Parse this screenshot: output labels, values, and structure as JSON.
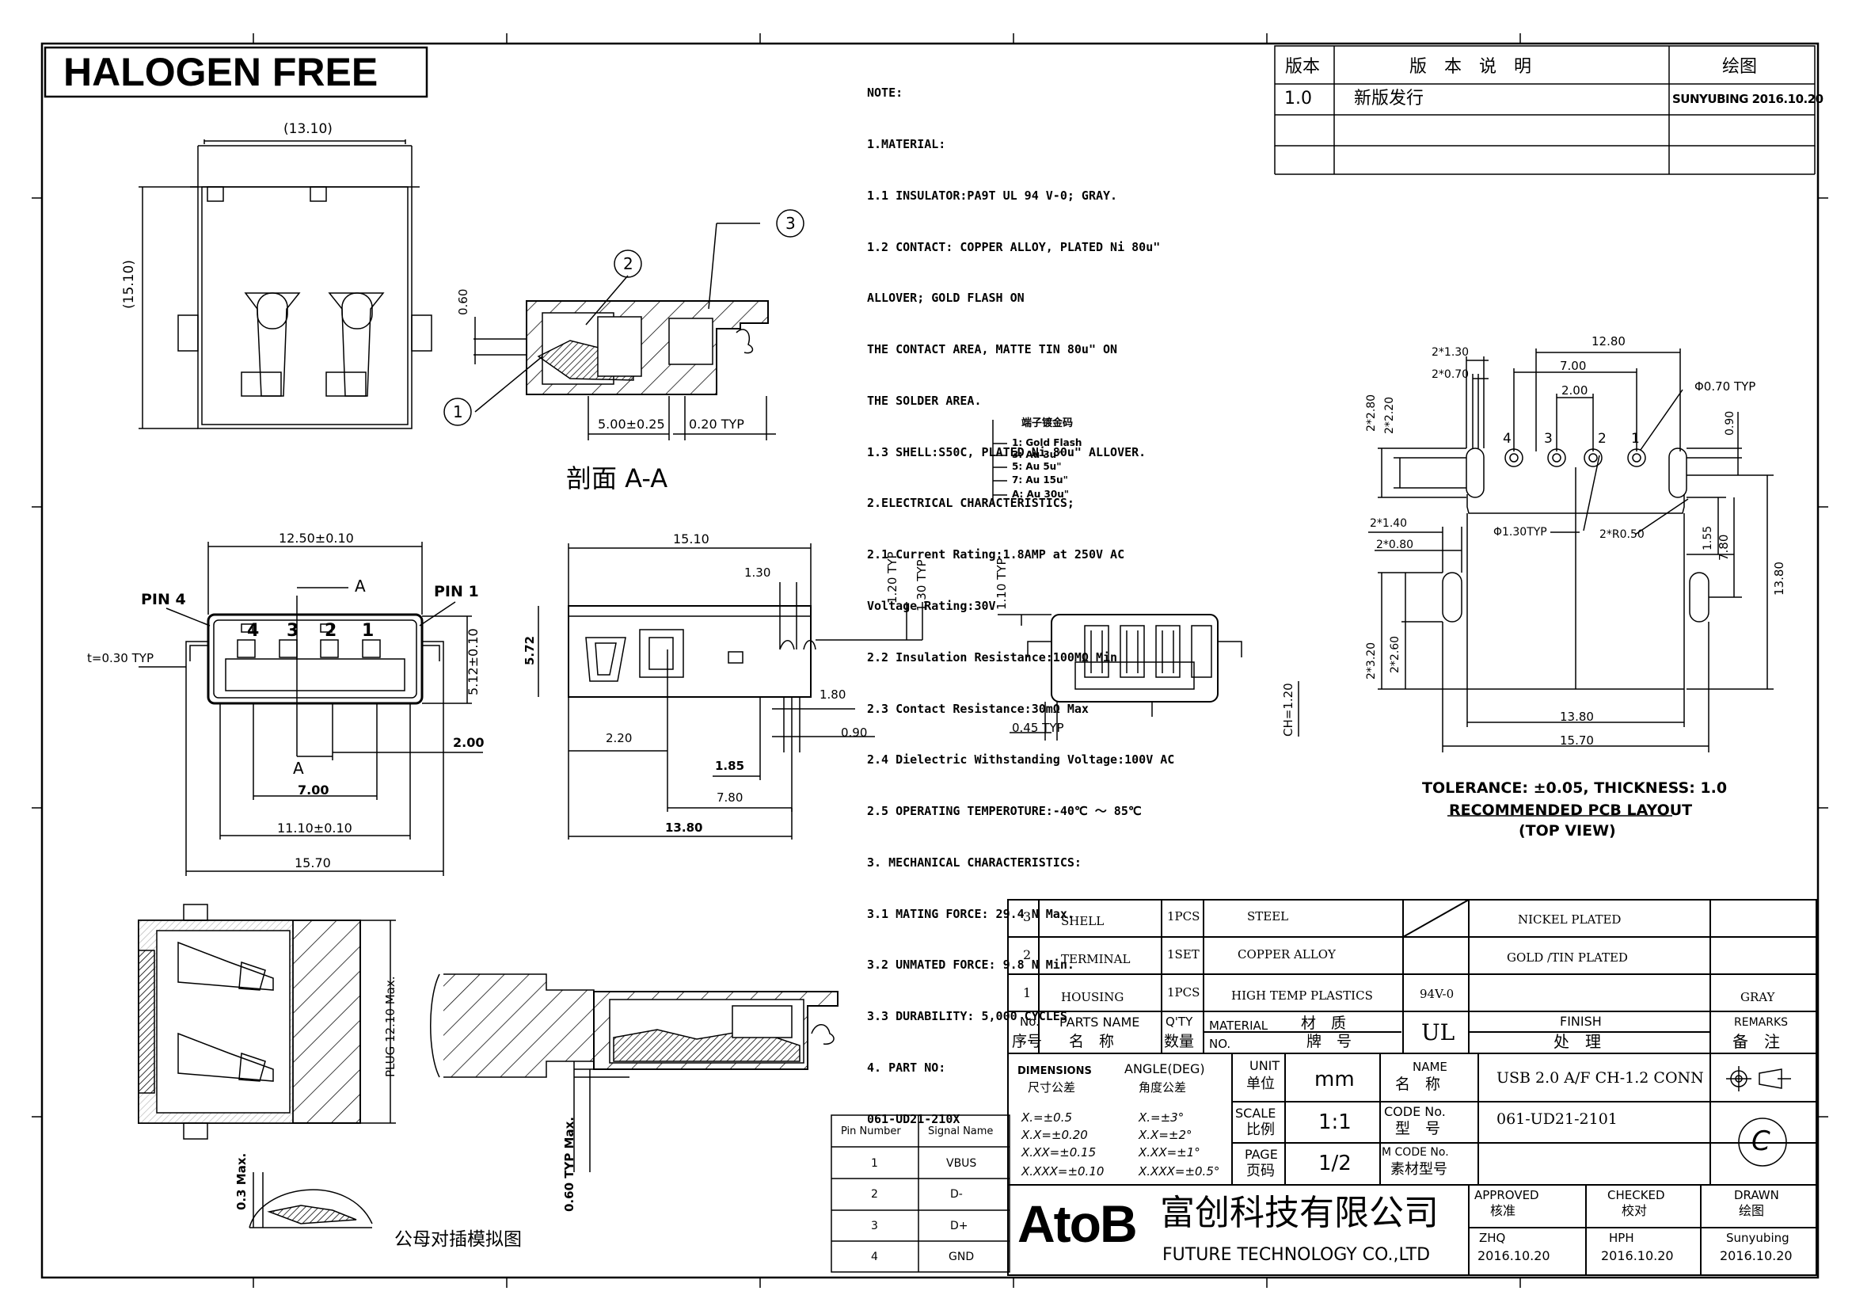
{
  "header": {
    "badge": "HALOGEN FREE"
  },
  "revision": {
    "headers": [
      "版本",
      "版　本　说　明",
      "绘图"
    ],
    "rows": [
      {
        "ver": "1.0",
        "desc": "新版发行",
        "drawn": "SUNYUBING 2016.10.20"
      }
    ]
  },
  "notes": [
    "NOTE:",
    "1.MATERIAL:",
    "  1.1  INSULATOR:PA9T UL 94 V-0; GRAY.",
    "  1.2  CONTACT: COPPER ALLOY, PLATED Ni 80u\"",
    "         ALLOVER; GOLD FLASH ON",
    "        THE CONTACT AREA, MATTE TIN 80u\" ON",
    "         THE SOLDER AREA.",
    "  1.3  SHELL:S50C, PLATED Ni 80u\" ALLOVER.",
    "2.ELECTRICAL CHARACTERISTICS;",
    "  2.1   Current Rating:1.8AMP at 250V AC",
    "          Voltage Rating:30V",
    "  2.2   Insulation Resistance:100MΩ Min",
    "  2.3   Contact Resistance:30mΩ Max",
    "  2.4   Dielectric Withstanding Voltage:100V AC",
    "  2.5   OPERATING TEMPEROTURE:-40℃ ～ 85℃",
    "3. MECHANICAL CHARACTERISTICS:",
    "  3.1  MATING FORCE: 29.4 N Max.",
    "  3.2  UNMATED FORCE: 9.8 N Min.",
    "  3.3  DURABILITY: 5,000 CYCLES",
    "4. PART NO:",
    "   061-UD21-210X"
  ],
  "plating": {
    "title": "端子镀金码",
    "options": [
      "1: Gold Flash",
      "3: Au 3u\"",
      "5: Au 5u\"",
      "7: Au 15u\"",
      "A: Au 30u\""
    ]
  },
  "section": {
    "title": "剖面 A-A",
    "callouts": [
      "1",
      "2",
      "3"
    ],
    "dims": [
      "0.60",
      "5.00±0.25",
      "0.20 TYP"
    ]
  },
  "top_view": {
    "width": "(13.10)",
    "height": "(15.10)"
  },
  "front_view": {
    "dims": [
      "12.50±0.10",
      "5.12±0.10",
      "t=0.30 TYP",
      "2.00",
      "7.00",
      "11.10±0.10",
      "15.70"
    ],
    "pin_labels": [
      "PIN 4",
      "PIN 1"
    ],
    "pins": [
      "4",
      "3",
      "2",
      "1"
    ],
    "section_marks": [
      "A",
      "A"
    ]
  },
  "side_view": {
    "dims": [
      "15.10",
      "1.30",
      "1.20 TYP",
      "1.30 TYP",
      "5.72",
      "1.80",
      "0.90",
      "2.20",
      "1.85",
      "7.80",
      "13.80"
    ]
  },
  "rear_view": {
    "dims": [
      "1.10 TYP",
      "0.45 TYP",
      "CH=1.20"
    ]
  },
  "pcb": {
    "dims": [
      "12.80",
      "7.00",
      "2.00",
      "2*1.30",
      "2*0.70",
      "Φ0.70 TYP",
      "0.90",
      "2*2.80",
      "2*2.20",
      "Φ1.30TYP",
      "2*R0.50",
      "1.55",
      "7.80",
      "13.80",
      "2*1.40",
      "2*0.80",
      "2*3.20",
      "2*2.60",
      "13.80",
      "15.70"
    ],
    "pins": [
      "4",
      "3",
      "2",
      "1"
    ],
    "caption": [
      "TOLERANCE: ±0.05, THICKNESS: 1.0",
      "RECOMMENDED PCB LAYOUT",
      "(TOP VIEW)"
    ]
  },
  "mating": {
    "dims": [
      "PLUG 12.10 Max.",
      "0.3 Max.",
      "0.60 TYP Max."
    ],
    "caption": "公母对插模拟图"
  },
  "pin_table": {
    "headers": [
      "Pin Number",
      "Signal Name"
    ],
    "rows": [
      [
        "1",
        "VBUS"
      ],
      [
        "2",
        "D-"
      ],
      [
        "3",
        "D+"
      ],
      [
        "4",
        "GND"
      ]
    ]
  },
  "bom": {
    "rows": [
      {
        "no": "3",
        "part": "SHELL",
        "qty": "1PCS",
        "material": "STEEL",
        "brand": "",
        "finish": "NICKEL PLATED",
        "remark": ""
      },
      {
        "no": "2",
        "part": "TERMINAL",
        "qty": "1SET",
        "material": "COPPER ALLOY",
        "brand": "",
        "finish": "GOLD /TIN PLATED",
        "remark": ""
      },
      {
        "no": "1",
        "part": "HOUSING",
        "qty": "1PCS",
        "material": "HIGH TEMP PLASTICS",
        "brand": "94V-0",
        "finish": "",
        "remark": "GRAY"
      }
    ],
    "header": {
      "no": "No.",
      "no_cn": "序号",
      "part": "PARTS NAME",
      "part_cn": "名　称",
      "qty": "Q'TY",
      "qty_cn": "数量",
      "material": "MATERIAL",
      "material_cn": "材　质",
      "no2": "NO.",
      "brand_cn": "牌　号",
      "brand": "UL",
      "finish": "FINISH",
      "finish_cn": "处　理",
      "remark": "REMARKS",
      "remark_cn": "备　注"
    }
  },
  "title_block": {
    "dimensions_label": "DIMENSIONS",
    "dimensions_cn": "尺寸公差",
    "angle_label": "ANGLE(DEG)",
    "angle_cn": "角度公差",
    "tol_lin": [
      "X.=±0.5",
      "X.X=±0.20",
      "X.XX=±0.15",
      "X.XXX=±0.10"
    ],
    "tol_ang": [
      "X.=±3°",
      "X.X=±2°",
      "X.XX=±1°",
      "X.XXX=±0.5°"
    ],
    "unit_label": "UNIT",
    "unit_cn": "单位",
    "unit": "mm",
    "scale_label": "SCALE",
    "scale_cn": "比例",
    "scale": "1:1",
    "page_label": "PAGE",
    "page_cn": "页码",
    "page": "1/2",
    "name_label": "NAME",
    "name_cn": "名　称",
    "name": "USB 2.0 A/F  CH-1.2 CONN",
    "code_label": "CODE No.",
    "code_cn": "型　号",
    "code": "061-UD21-2101",
    "mcode_label": "M CODE No.",
    "mcode_cn": "素材型号",
    "copyright": "C",
    "approved_label": "APPROVED",
    "approved_cn": "核准",
    "approved_by": "ZHQ",
    "approved_date": "2016.10.20",
    "checked_label": "CHECKED",
    "checked_cn": "校对",
    "checked_by": "HPH",
    "checked_date": "2016.10.20",
    "drawn_label": "DRAWN",
    "drawn_cn": "绘图",
    "drawn_by": "Sunyubing",
    "drawn_date": "2016.10.20",
    "logo": "AtoB",
    "company_cn": "富创科技有限公司",
    "company_en": "FUTURE TECHNOLOGY CO.,LTD"
  }
}
